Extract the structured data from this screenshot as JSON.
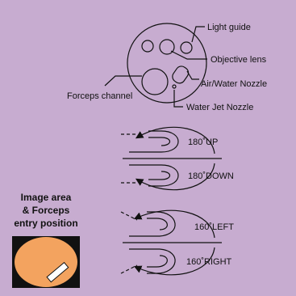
{
  "colors": {
    "background": "#c7acd0",
    "line": "#111111",
    "image_area_fill": "#f3a35f",
    "image_area_frame": "#111111"
  },
  "tip_view": {
    "labels": {
      "light_guide": "Light guide",
      "objective_lens": "Objective lens",
      "forceps_channel": "Forceps channel",
      "air_water_nozzle": "Air/Water Nozzle",
      "water_jet_nozzle": "Water Jet Nozzle"
    }
  },
  "bending_up_down": {
    "up_label": "180˚UP",
    "down_label": "180˚DOWN"
  },
  "bending_left_right": {
    "left_label": "160˚LEFT",
    "right_label": "160˚RIGHT"
  },
  "image_area": {
    "title_lines": [
      "Image area",
      "& Forceps",
      "entry position"
    ]
  }
}
